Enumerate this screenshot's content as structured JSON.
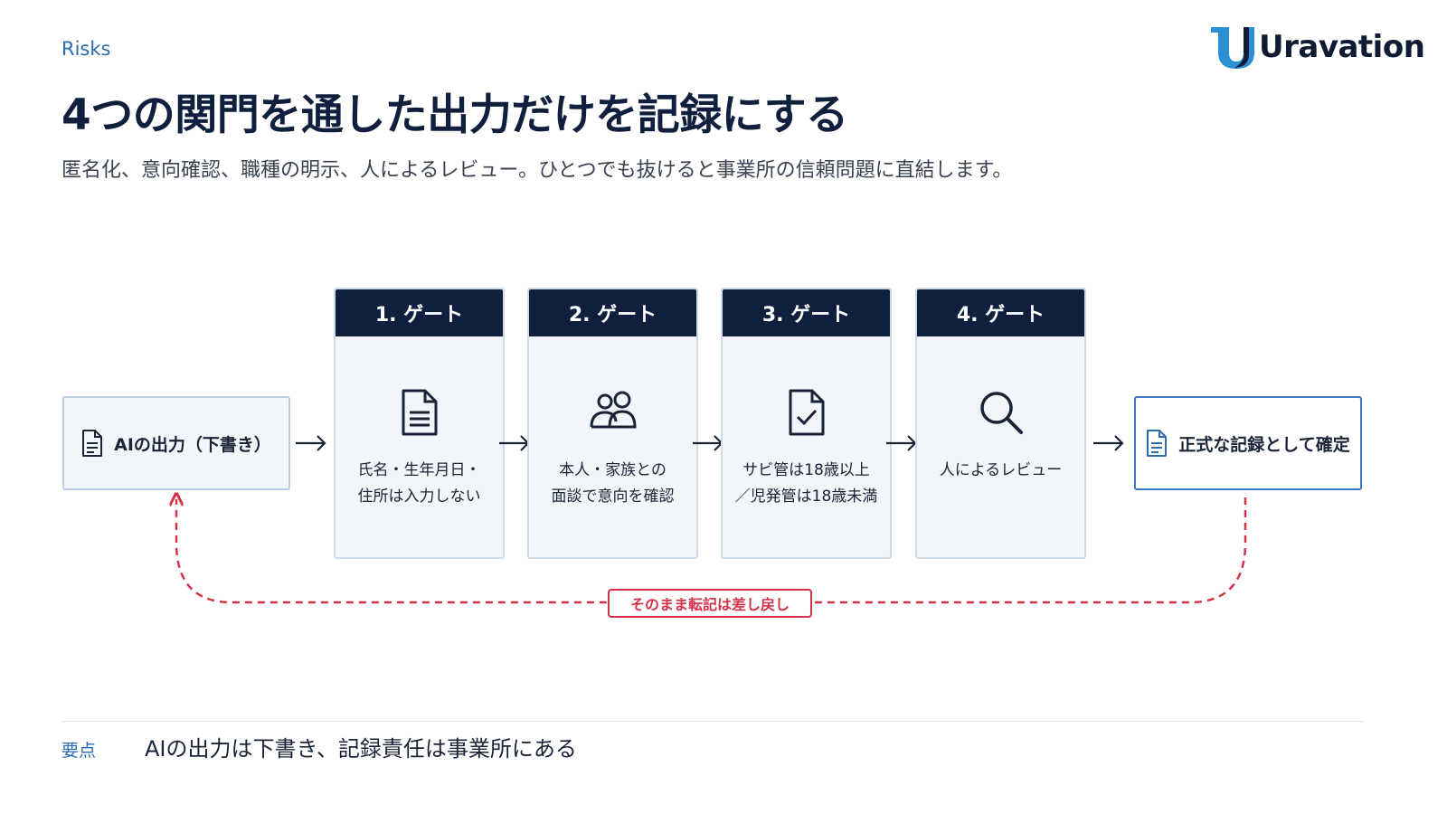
{
  "header": {
    "section": "Risks",
    "brand": "Uravation",
    "title": "4つの関門を通した出力だけを記録にする",
    "subtitle": "匿名化、意向確認、職種の明示、人によるレビュー。ひとつでも抜けると事業所の信頼問題に直結します。"
  },
  "diagram": {
    "input": {
      "label": "AIの出力（下書き）",
      "icon": "document-icon"
    },
    "gates": [
      {
        "title": "1. ゲート",
        "text": "氏名・生年月日・\n住所は入力しない",
        "icon": "document-icon"
      },
      {
        "title": "2. ゲート",
        "text": "本人・家族との\n面談で意向を確認",
        "icon": "people-icon"
      },
      {
        "title": "3. ゲート",
        "text": "サビ管は18歳以上\n／児発管は18歳未満",
        "icon": "checked-document-icon"
      },
      {
        "title": "4. ゲート",
        "text": "人によるレビュー",
        "icon": "search-icon"
      }
    ],
    "output": {
      "label": "正式な記録として確定",
      "icon": "document-icon"
    },
    "return_label": "そのまま転記は差し戻し"
  },
  "footer": {
    "key_label": "要点",
    "key_text": "AIの出力は下書き、記録責任は事業所にある"
  },
  "colors": {
    "navy": "#0f1f3d",
    "accent_blue": "#2b6cb0",
    "return_red": "#d2334a",
    "card_bg": "#f2f6fb"
  }
}
